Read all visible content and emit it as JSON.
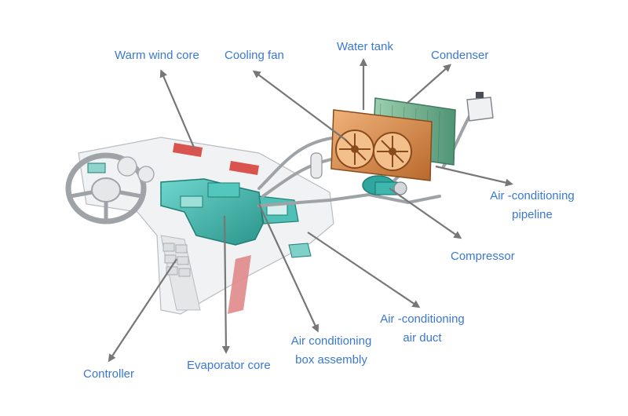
{
  "labels": {
    "warm_wind_core": "Warm wind core",
    "cooling_fan": "Cooling fan",
    "water_tank": "Water tank",
    "condenser": "Condenser",
    "ac_pipeline_1": "Air -conditioning",
    "ac_pipeline_2": "pipeline",
    "compressor": "Compressor",
    "ac_duct_1": "Air -conditioning",
    "ac_duct_2": "air duct",
    "ac_box_1": "Air conditioning",
    "ac_box_2": "box assembly",
    "evaporator_core": "Evaporator core",
    "controller": "Controller"
  },
  "colors": {
    "label": "#3a78d2",
    "arrow": "#777777",
    "hvac_teal": "#3fb6ad",
    "radiator_copper": "#d98a4a",
    "condenser_green": "#6fae8e",
    "vent_red": "#d9534f"
  }
}
